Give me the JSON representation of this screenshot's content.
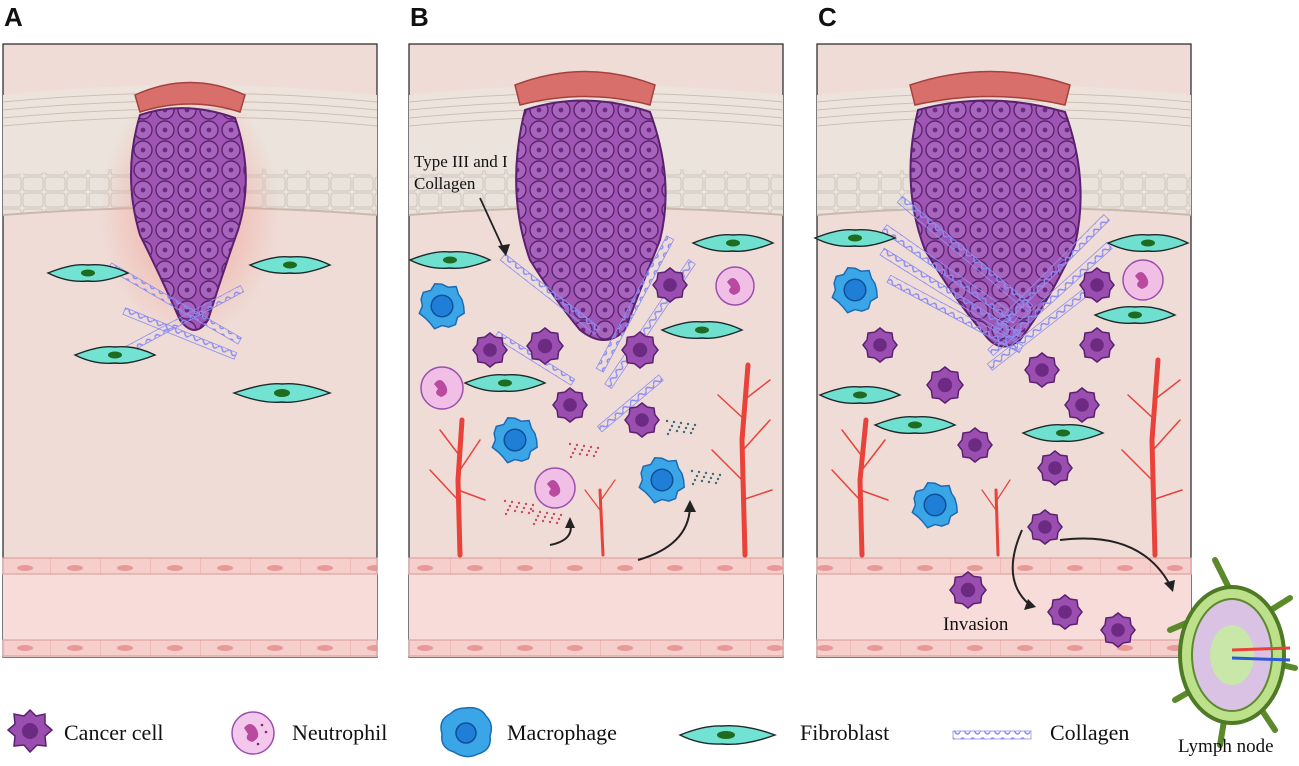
{
  "panels": [
    {
      "letter": "A"
    },
    {
      "letter": "B",
      "annotation_line1": "Type III and I",
      "annotation_line2": "Collagen"
    },
    {
      "letter": "C",
      "annotation": "Invasion"
    }
  ],
  "legend": {
    "cancer_cell": "Cancer cell",
    "neutrophil": "Neutrophil",
    "macrophage": "Macrophage",
    "fibroblast": "Fibroblast",
    "collagen": "Collagen"
  },
  "lymph_node_label": "Lymph node",
  "colors": {
    "cancer": "#9a4fb0",
    "neutrophil": "#f1bfe6",
    "macrophage": "#3aa6e8",
    "fibroblast": "#6fe0cf",
    "collagen": "#7b7ef2",
    "vessel": "#e8423a",
    "tissue": "#efdcd6",
    "skin": "#e7e0da",
    "wall": "#f7d2cf"
  }
}
